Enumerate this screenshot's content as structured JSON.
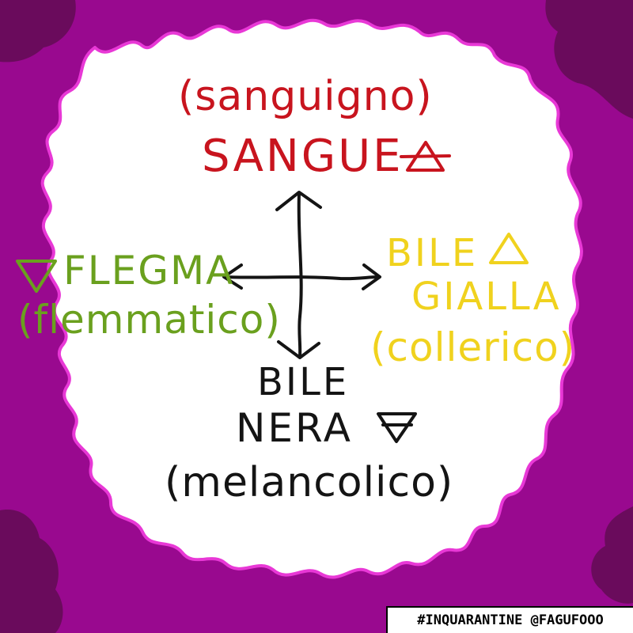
{
  "colors": {
    "frame_outer": "#99098f",
    "frame_dark": "#6a0b5c",
    "frame_edge": "#e838d6",
    "background": "#ffffff",
    "red": "#c8141e",
    "green": "#6aa01e",
    "yellow": "#f0d21e",
    "black": "#141414"
  },
  "humors": {
    "top": {
      "temperament": "(sanguigno)",
      "humor": "SANGUE",
      "symbol": "air-triangle-icon",
      "color": "red"
    },
    "left": {
      "humor": "FLEGMA",
      "temperament": "(flemmatico)",
      "symbol": "water-triangle-icon",
      "color": "green"
    },
    "right": {
      "humor_line1": "BILE",
      "humor_line2": "GIALLA",
      "temperament": "(collerico)",
      "symbol": "fire-triangle-icon",
      "color": "yellow"
    },
    "bottom": {
      "humor_line1": "BILE",
      "humor_line2": "NERA",
      "temperament": "(melancolico)",
      "symbol": "earth-triangle-icon",
      "color": "black"
    }
  },
  "footer": {
    "tag": "#INQUARANTINE @FAGUFOOO"
  }
}
